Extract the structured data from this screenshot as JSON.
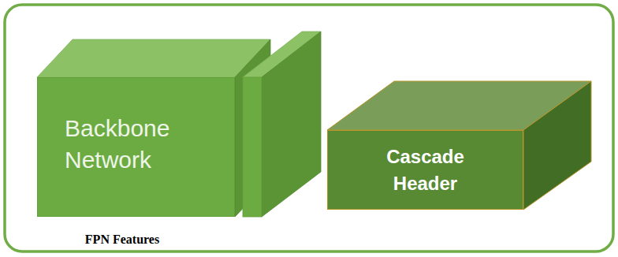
{
  "diagram": {
    "nodes": [
      {
        "text": [
          "Backbone Network"
        ]
      },
      {
        "text": [
          "Cascade Header"
        ]
      }
    ],
    "labels": [
      "FPN Features"
    ]
  }
}
